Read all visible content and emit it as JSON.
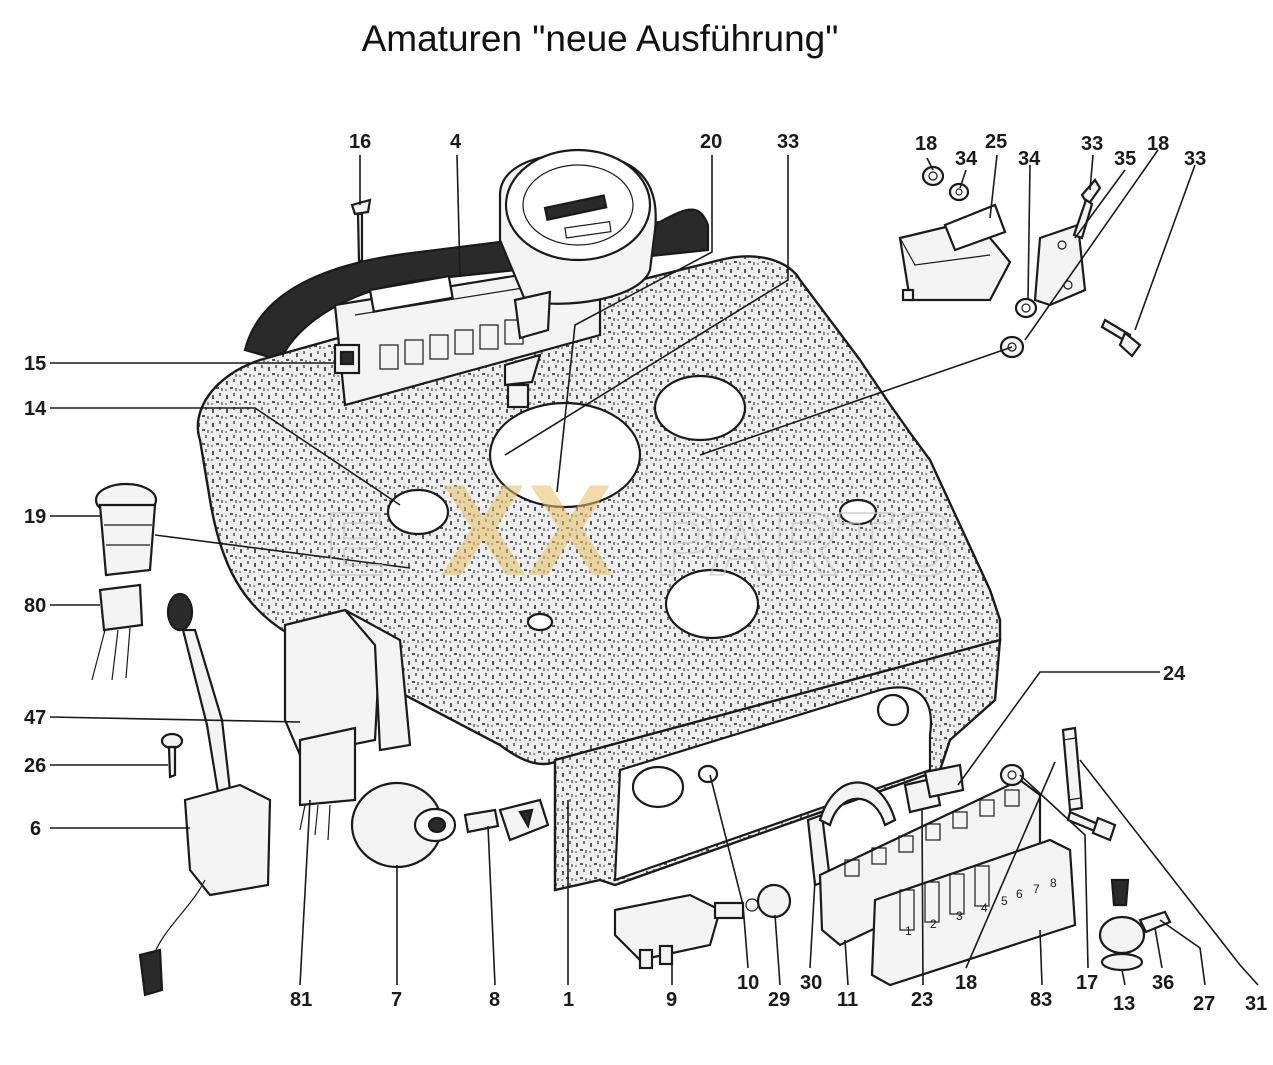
{
  "title": "Amaturen \"neue Ausführung\"",
  "watermark": {
    "left": "E",
    "middle": "XX",
    "right": "PARTS"
  },
  "colors": {
    "line": "#1a1a1a",
    "panel": "#f4f4f4",
    "watermark_x": "#e6c064"
  },
  "callouts": {
    "c16": "16",
    "c4": "4",
    "c20": "20",
    "c33a": "33",
    "c18a": "18",
    "c34a": "34",
    "c25": "25",
    "c34b": "34",
    "c33b": "33",
    "c35": "35",
    "c18b": "18",
    "c33c": "33",
    "c15": "15",
    "c14": "14",
    "c19": "19",
    "c80": "80",
    "c47": "47",
    "c26": "26",
    "c6": "6",
    "c81": "81",
    "c7": "7",
    "c8": "8",
    "c1": "1",
    "c9": "9",
    "c10": "10",
    "c29": "29",
    "c30": "30",
    "c11": "11",
    "c23": "23",
    "c18c": "18",
    "c83": "83",
    "c17": "17",
    "c13": "13",
    "c36": "36",
    "c27": "27",
    "c31": "31",
    "c24": "24"
  },
  "fuse_numbers": [
    "1",
    "2",
    "3",
    "4",
    "5",
    "6",
    "7",
    "8"
  ]
}
